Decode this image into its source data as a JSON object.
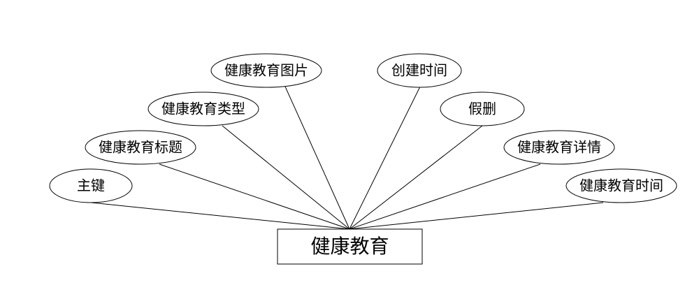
{
  "entity": {
    "name": "健康教育"
  },
  "attributes": [
    {
      "id": "pk",
      "label": "主键"
    },
    {
      "id": "title",
      "label": "健康教育标题"
    },
    {
      "id": "type",
      "label": "健康教育类型"
    },
    {
      "id": "image",
      "label": "健康教育图片"
    },
    {
      "id": "created",
      "label": "创建时间"
    },
    {
      "id": "soft-delete",
      "label": "假删"
    },
    {
      "id": "detail",
      "label": "健康教育详情"
    },
    {
      "id": "time",
      "label": "健康教育时间"
    }
  ]
}
